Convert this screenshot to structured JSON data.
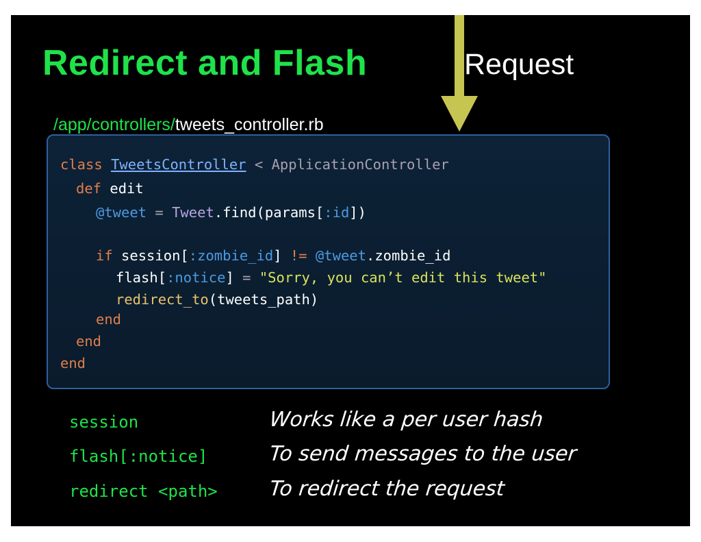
{
  "title": "Redirect and Flash",
  "request_label": "Request",
  "file_path": {
    "dir": "/app/controllers/",
    "file": "tweets_controller.rb"
  },
  "code_lines": [
    "class TweetsController < ApplicationController",
    "  def edit",
    "    @tweet = Tweet.find(params[:id])",
    "",
    "    if session[:zombie_id] != @tweet.zombie_id",
    "      flash[:notice] = \"Sorry, you can’t edit this tweet\"",
    "      redirect_to(tweets_path)",
    "    end",
    "  end",
    "end"
  ],
  "definitions": [
    {
      "term": "session",
      "description": "Works like a per user hash"
    },
    {
      "term": "flash[:notice]",
      "description": "To send messages to the user"
    },
    {
      "term": "redirect <path>",
      "description": "To redirect the request"
    }
  ],
  "colors": {
    "title_green": "#1fe24a",
    "arrow_olive": "#c7c552",
    "code_border": "#2f5f9e"
  }
}
